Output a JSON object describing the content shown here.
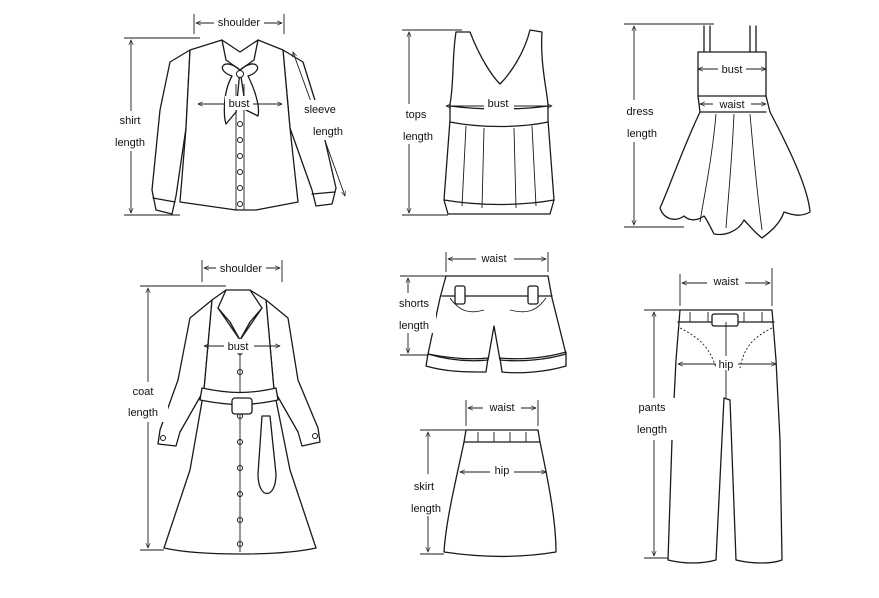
{
  "labels": {
    "shirt_shoulder": "shoulder",
    "shirt_bust": "bust",
    "shirt_length_1": "shirt",
    "shirt_length_2": "length",
    "sleeve_1": "sleeve",
    "sleeve_2": "length",
    "tops_bust": "bust",
    "tops_length_1": "tops",
    "tops_length_2": "length",
    "dress_bust": "bust",
    "dress_waist": "waist",
    "dress_length_1": "dress",
    "dress_length_2": "length",
    "coat_shoulder": "shoulder",
    "coat_bust": "bust",
    "coat_length_1": "coat",
    "coat_length_2": "length",
    "shorts_waist": "waist",
    "shorts_length_1": "shorts",
    "shorts_length_2": "length",
    "skirt_waist": "waist",
    "skirt_hip": "hip",
    "skirt_length_1": "skirt",
    "skirt_length_2": "length",
    "pants_waist": "waist",
    "pants_hip": "hip",
    "pants_length_1": "pants",
    "pants_length_2": "length"
  }
}
